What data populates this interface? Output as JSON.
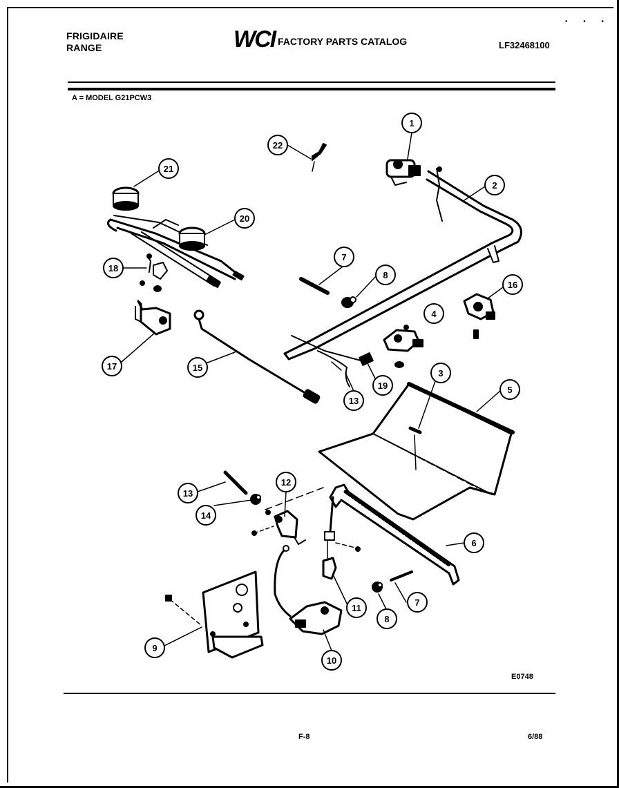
{
  "header": {
    "brand_line1": "FRIGIDAIRE",
    "brand_line2": "RANGE",
    "logo": "WCI",
    "catalog_title": "FACTORY PARTS CATALOG",
    "doc_id": "LF32468100"
  },
  "model_line": "A = MODEL G21PCW3",
  "diagram_code": "E0748",
  "footer": {
    "page": "F-8",
    "date": "6/88"
  },
  "corner_marks": "• • •",
  "callouts": {
    "c1": "1",
    "c2": "2",
    "c3": "3",
    "c4": "4",
    "c5": "5",
    "c6": "6",
    "c7a": "7",
    "c7b": "7",
    "c8a": "8",
    "c8b": "8",
    "c9": "9",
    "c10": "10",
    "c11": "11",
    "c12": "12",
    "c13a": "13",
    "c13b": "13",
    "c14": "14",
    "c15": "15",
    "c16": "16",
    "c17": "17",
    "c18": "18",
    "c19": "19",
    "c20": "20",
    "c21": "21",
    "c22": "22"
  }
}
